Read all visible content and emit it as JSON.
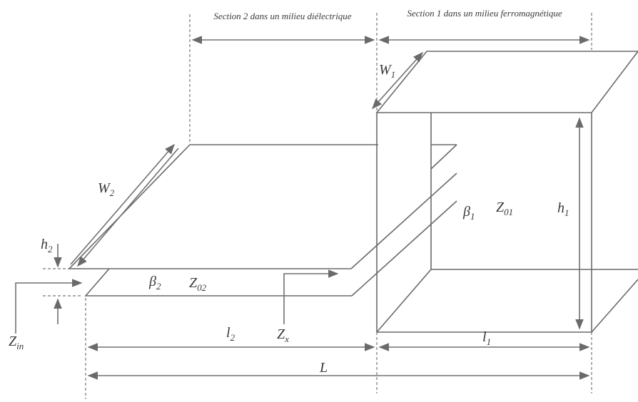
{
  "headers": {
    "section2": "Section 2 dans un milieu diélectrique",
    "section1": "Section 1 dans un milieu ferromagnétique"
  },
  "symbols": {
    "W1": {
      "base": "W",
      "sub": "1"
    },
    "W2": {
      "base": "W",
      "sub": "2"
    },
    "h1": {
      "base": "h",
      "sub": "1"
    },
    "h2": {
      "base": "h",
      "sub": "2"
    },
    "beta1": {
      "base": "β",
      "sub": "1"
    },
    "beta2": {
      "base": "β",
      "sub": "2"
    },
    "Z01": {
      "base": "Z",
      "sub": "01"
    },
    "Z02": {
      "base": "Z",
      "sub": "02"
    },
    "Zin": {
      "base": "Z",
      "sub": "in"
    },
    "Zx": {
      "base": "Z",
      "sub": "x"
    },
    "l1": {
      "base": "l",
      "sub": "1"
    },
    "l2": {
      "base": "l",
      "sub": "2"
    },
    "L": {
      "base": "L",
      "sub": ""
    }
  },
  "colors": {
    "line": "#6a6a6a",
    "text": "#3a3a3a"
  }
}
